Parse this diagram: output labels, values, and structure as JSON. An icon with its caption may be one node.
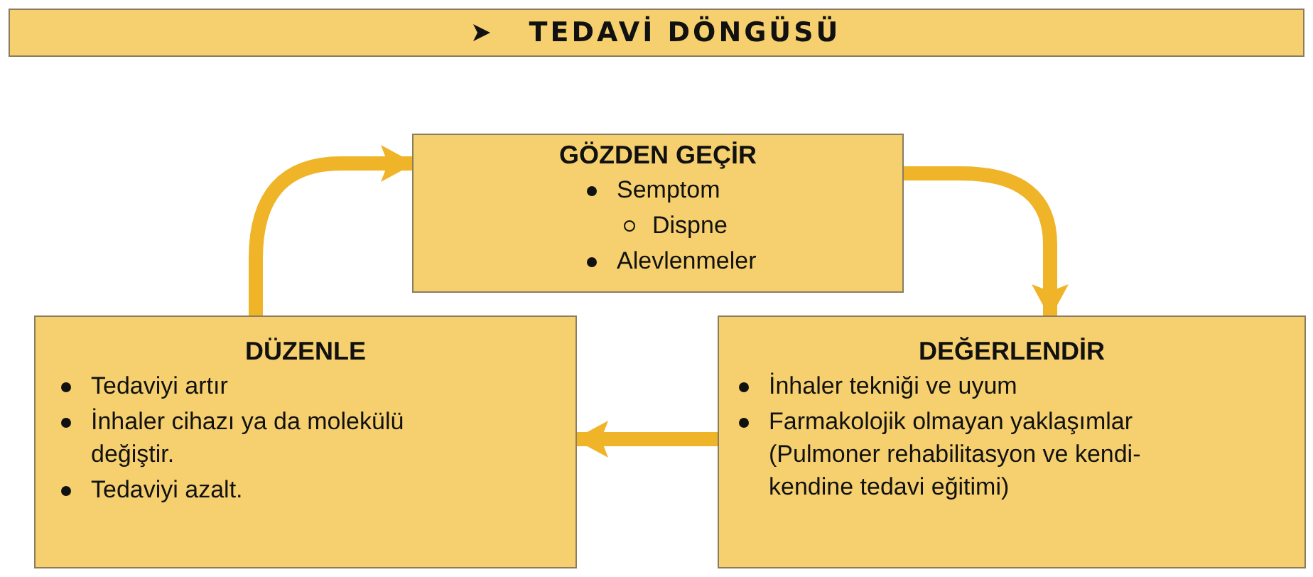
{
  "diagram": {
    "title": "TEDAVİ DÖNGÜSÜ",
    "nodes": [
      {
        "text": [
          "GÖZDEN GEÇİR",
          "Semptom",
          "Dispne",
          "Alevlenmeler"
        ]
      },
      {
        "text": [
          "DEĞERLENDİR",
          "İnhaler tekniği ve uyum",
          "Farmakolojik olmayan yaklaşımlar (Pulmoner rehabilitasyon ve kendi-kendine tedavi eğitimi)"
        ]
      },
      {
        "text": [
          "DÜZENLE",
          "Tedaviyi artır",
          "İnhaler cihazı ya da molekülü değiştir.",
          "Tedaviyi azalt."
        ]
      }
    ],
    "edges": [
      {
        "from": 0,
        "to": 1,
        "arrow": "to"
      },
      {
        "from": 1,
        "to": 2,
        "arrow": "to"
      },
      {
        "from": 2,
        "to": 0,
        "arrow": "to"
      }
    ]
  }
}
